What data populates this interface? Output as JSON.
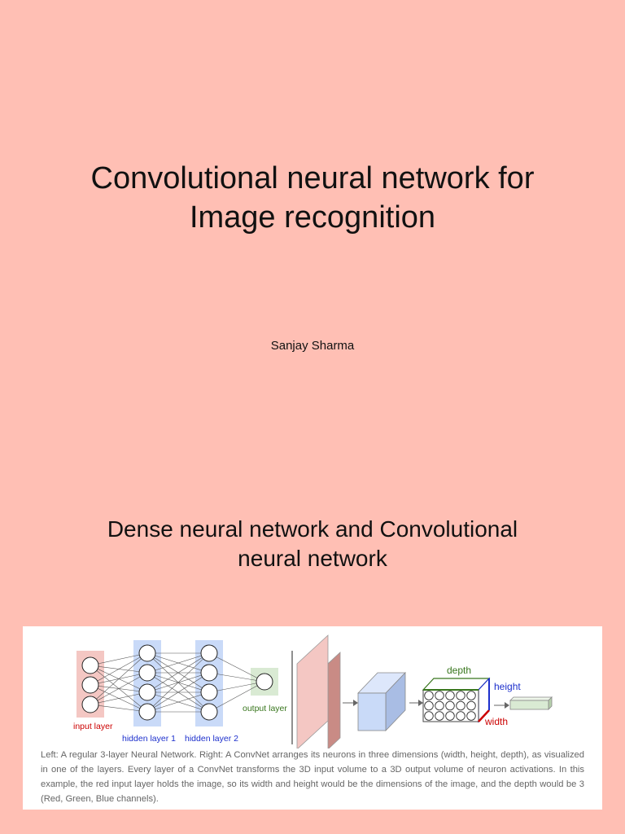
{
  "slide": {
    "title_line1": "Convolutional neural network for",
    "title_line2": "Image recognition",
    "author": "Sanjay Sharma",
    "section_line1": "Dense neural network and Convolutional",
    "section_line2": "neural network"
  },
  "figure": {
    "labels": {
      "input_layer": "input layer",
      "hidden_layer_1": "hidden layer 1",
      "hidden_layer_2": "hidden layer 2",
      "output_layer": "output layer",
      "depth": "depth",
      "height": "height",
      "width": "width"
    },
    "caption": "Left: A regular 3-layer Neural Network. Right: A ConvNet arranges its neurons in three dimensions (width, height, depth), as visualized in one of the layers. Every layer of a ConvNet transforms the 3D input volume to a 3D output volume of neuron activations. In this example, the red input layer holds the image, so its width and height would be the dimensions of the image, and the depth would be 3 (Red, Green, Blue channels).",
    "colors": {
      "input": "#f4c7c3",
      "hidden": "#c9daf8",
      "output": "#d9ead3",
      "label_red": "#cc0000",
      "label_blue": "#1c2fcc",
      "label_green": "#38761d"
    }
  }
}
